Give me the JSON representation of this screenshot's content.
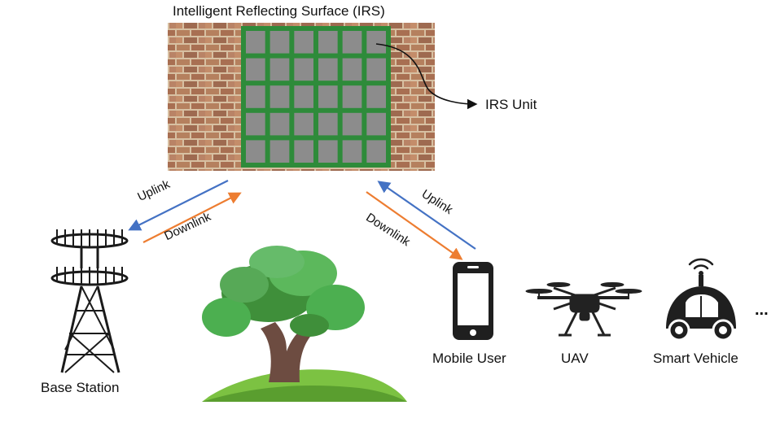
{
  "labels": {
    "title": "Intelligent Reflecting Surface (IRS)",
    "irs_unit": "IRS Unit",
    "uplink_left": "Uplink",
    "downlink_left": "Downlink",
    "uplink_right": "Uplink",
    "downlink_right": "Downlink",
    "base_station": "Base Station",
    "mobile_user": "Mobile User",
    "uav": "UAV",
    "smart_vehicle": "Smart Vehicle",
    "ellipsis": "..."
  },
  "irs_grid": {
    "rows": 5,
    "cols": 6
  },
  "icons": [
    "brick-wall",
    "irs-panel-grid",
    "base-station-tower-icon",
    "tree-icon",
    "smartphone-icon",
    "drone-icon",
    "smart-vehicle-icon",
    "wifi-signal-icon"
  ],
  "colors": {
    "brick": "#b07a5a",
    "mortar": "#d9c3a6",
    "irs_frame": "#2e8b3a",
    "irs_cell": "#8c8c8c",
    "uplink": "#4472c4",
    "downlink": "#ed7d31",
    "foliage": "#4caf50",
    "grass": "#7cc242",
    "trunk": "#6d4c41",
    "device": "#222222"
  }
}
